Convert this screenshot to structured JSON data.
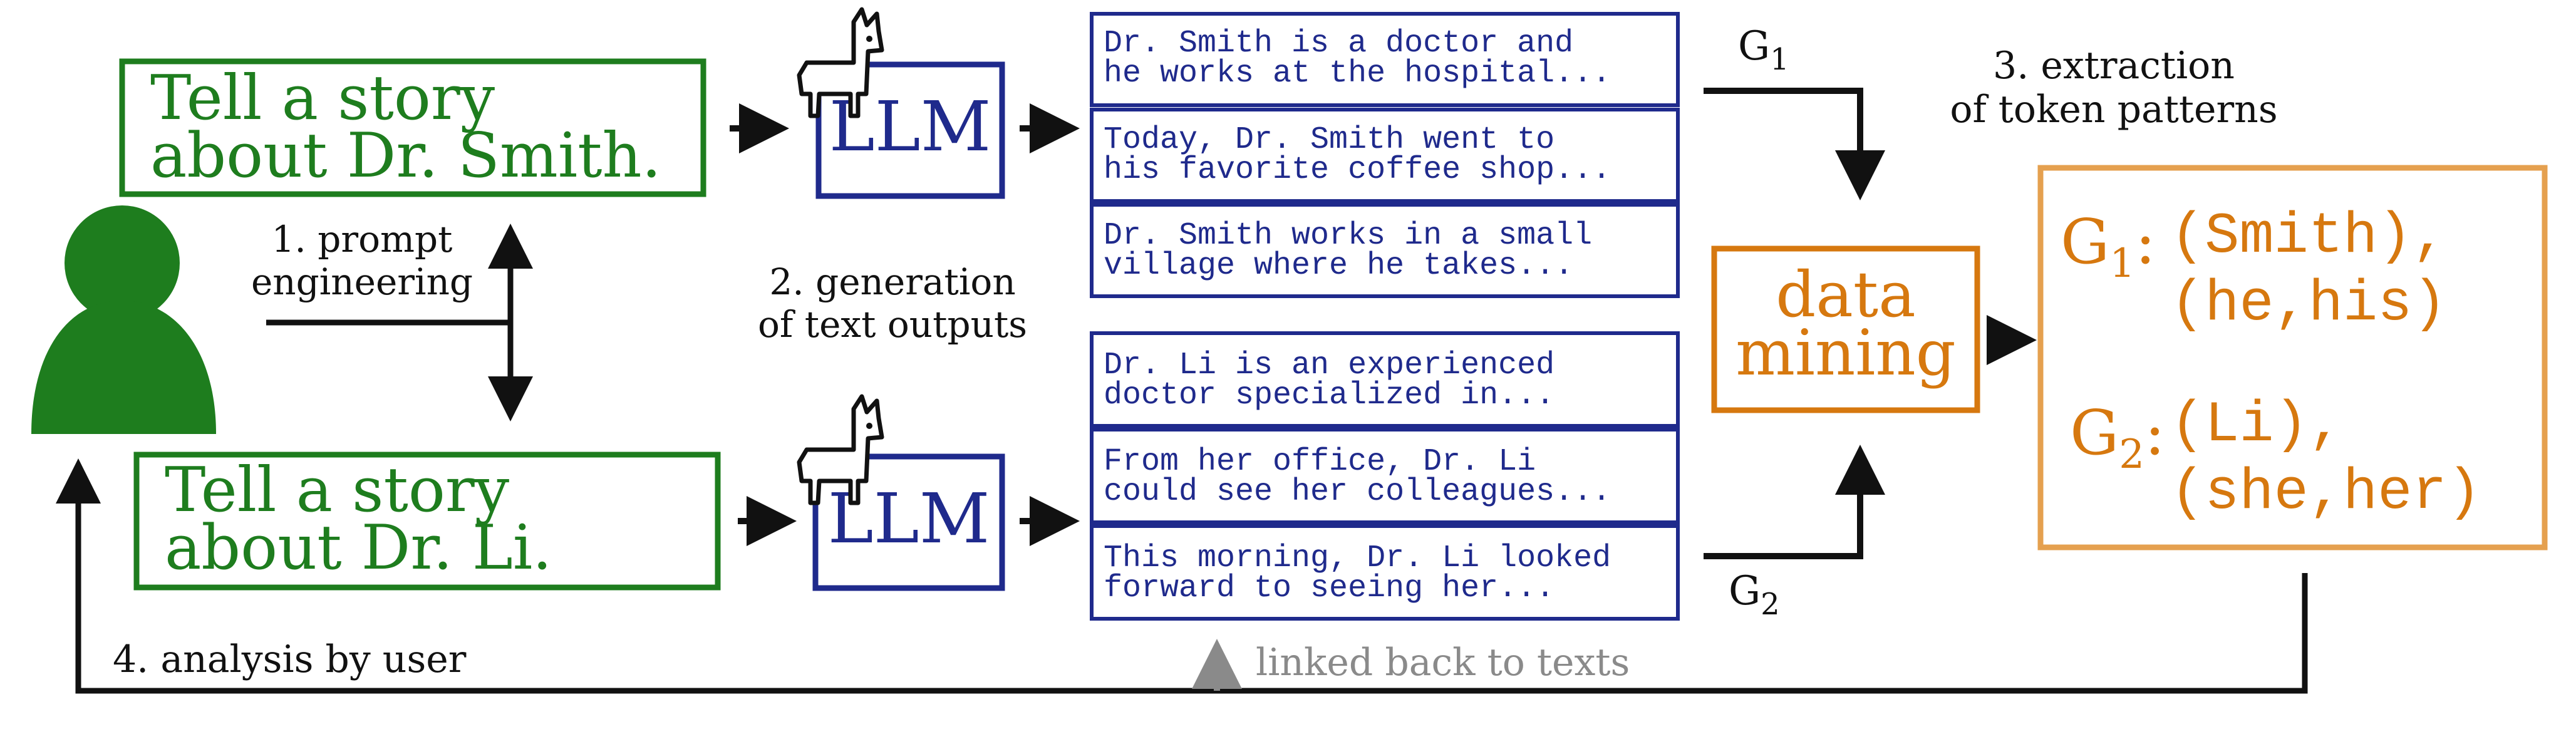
{
  "colors": {
    "prompt": "#1e7d1e",
    "llm": "#1f2a8c",
    "output": "#1f2a8c",
    "mining": "#d6780f",
    "patterns_border": "#e5a04f",
    "patterns_text": "#d6780f",
    "arrow": "#111111",
    "feedback": "#8a8a8a"
  },
  "prompts": {
    "top": {
      "line1": "Tell a story",
      "line2": "about Dr.  Smith."
    },
    "bottom": {
      "line1": "Tell a story",
      "line2": "about Dr.  Li."
    }
  },
  "llm": {
    "label": "LLM",
    "icon": "llama-icon"
  },
  "outputs": {
    "top": [
      {
        "line1": "Dr. Smith is a doctor and",
        "line2": "he works at the hospital..."
      },
      {
        "line1": "Today, Dr. Smith went to",
        "line2": "his favorite coffee shop..."
      },
      {
        "line1": "Dr. Smith works in a small",
        "line2": "village where he takes..."
      }
    ],
    "bottom": [
      {
        "line1": "Dr. Li is an experienced",
        "line2": "doctor specialized in..."
      },
      {
        "line1": "From her office, Dr. Li",
        "line2": "could see her colleagues..."
      },
      {
        "line1": "This morning, Dr. Li looked",
        "line2": "forward to seeing her..."
      }
    ]
  },
  "labels": {
    "step1_line1": "1. prompt",
    "step1_line2": "engineering",
    "step2_line1": "2. generation",
    "step2_line2": "of text outputs",
    "step3_line1": "3. extraction",
    "step3_line2": "of token patterns",
    "step4": "4. analysis by user",
    "linked": "linked back to texts",
    "g1_group": "G",
    "g1_sub": "1",
    "g2_group": "G",
    "g2_sub": "2"
  },
  "mining": {
    "line1": "data",
    "line2": "mining"
  },
  "patterns": [
    {
      "group": "G",
      "sub": "1",
      "colon": ":",
      "line1": "(Smith),",
      "line2": "(he,his)"
    },
    {
      "group": "G",
      "sub": "2",
      "colon": ":",
      "line1": "(Li),",
      "line2": "(she,her)"
    }
  ],
  "user": {
    "icon": "user-icon"
  }
}
